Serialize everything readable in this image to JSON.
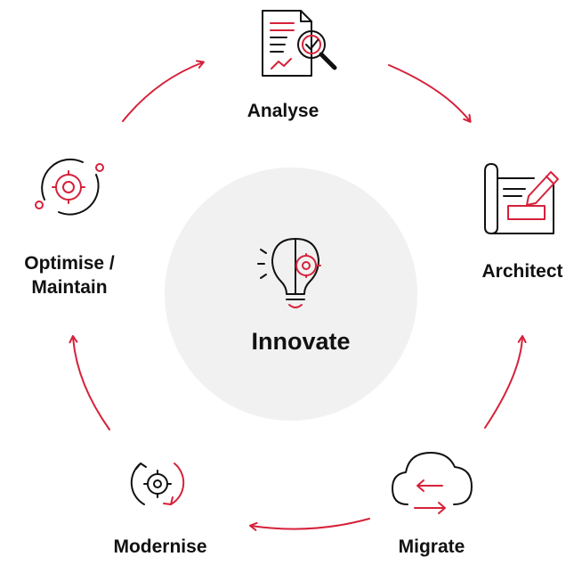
{
  "diagram": {
    "center": {
      "label": "Innovate",
      "icon": "lightbulb-gear-icon"
    },
    "steps": [
      {
        "label": "Analyse",
        "icon": "document-magnifier-icon"
      },
      {
        "label": "Architect",
        "icon": "blueprint-pencil-icon"
      },
      {
        "label": "Migrate",
        "icon": "cloud-transfer-icon"
      },
      {
        "label": "Modernise",
        "icon": "refresh-gear-icon"
      },
      {
        "label_line1": "Optimise /",
        "label_line2": "Maintain",
        "icon": "orbit-gear-icon"
      }
    ],
    "colors": {
      "accent": "#d6213a",
      "ink": "#111111",
      "center_fill": "#f1f1f1",
      "background": "#ffffff"
    }
  }
}
